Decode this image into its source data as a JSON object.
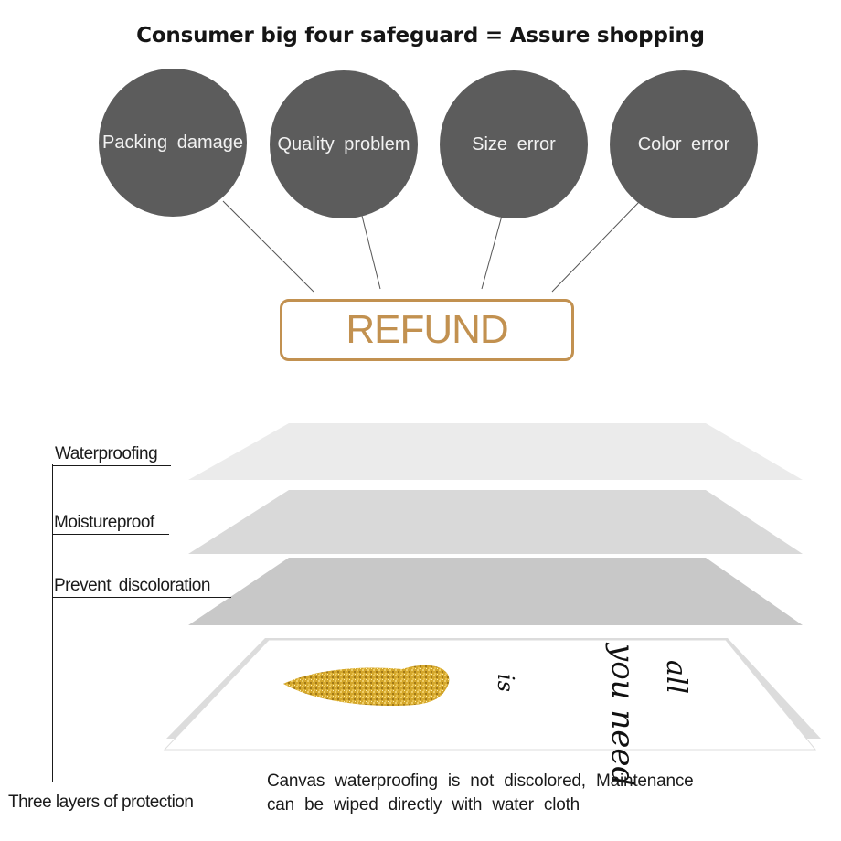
{
  "title": "Consumer big four safeguard = Assure shopping",
  "issues": [
    {
      "label": "Packing damage"
    },
    {
      "label": "Quality problem"
    },
    {
      "label": "Size error"
    },
    {
      "label": "Color error"
    }
  ],
  "refund_label": "REFUND",
  "layers": [
    {
      "label": "Waterproofing"
    },
    {
      "label": "Moistureproof"
    },
    {
      "label": "Prevent discoloration"
    }
  ],
  "protection_label": "Three layers of protection",
  "canvas_text": [
    "all",
    "you need",
    "is"
  ],
  "note_lines": [
    "Canvas waterproofing is not discolored, Maintenance",
    "can be wiped directly with water cloth"
  ],
  "colors": {
    "circle": "#5c5c5c",
    "accent": "#c29150",
    "layer_top": "#ebebeb",
    "layer_mid": "#d9d9d9",
    "layer_bottom": "#c8c8c8",
    "heart": "#d4a72c"
  }
}
